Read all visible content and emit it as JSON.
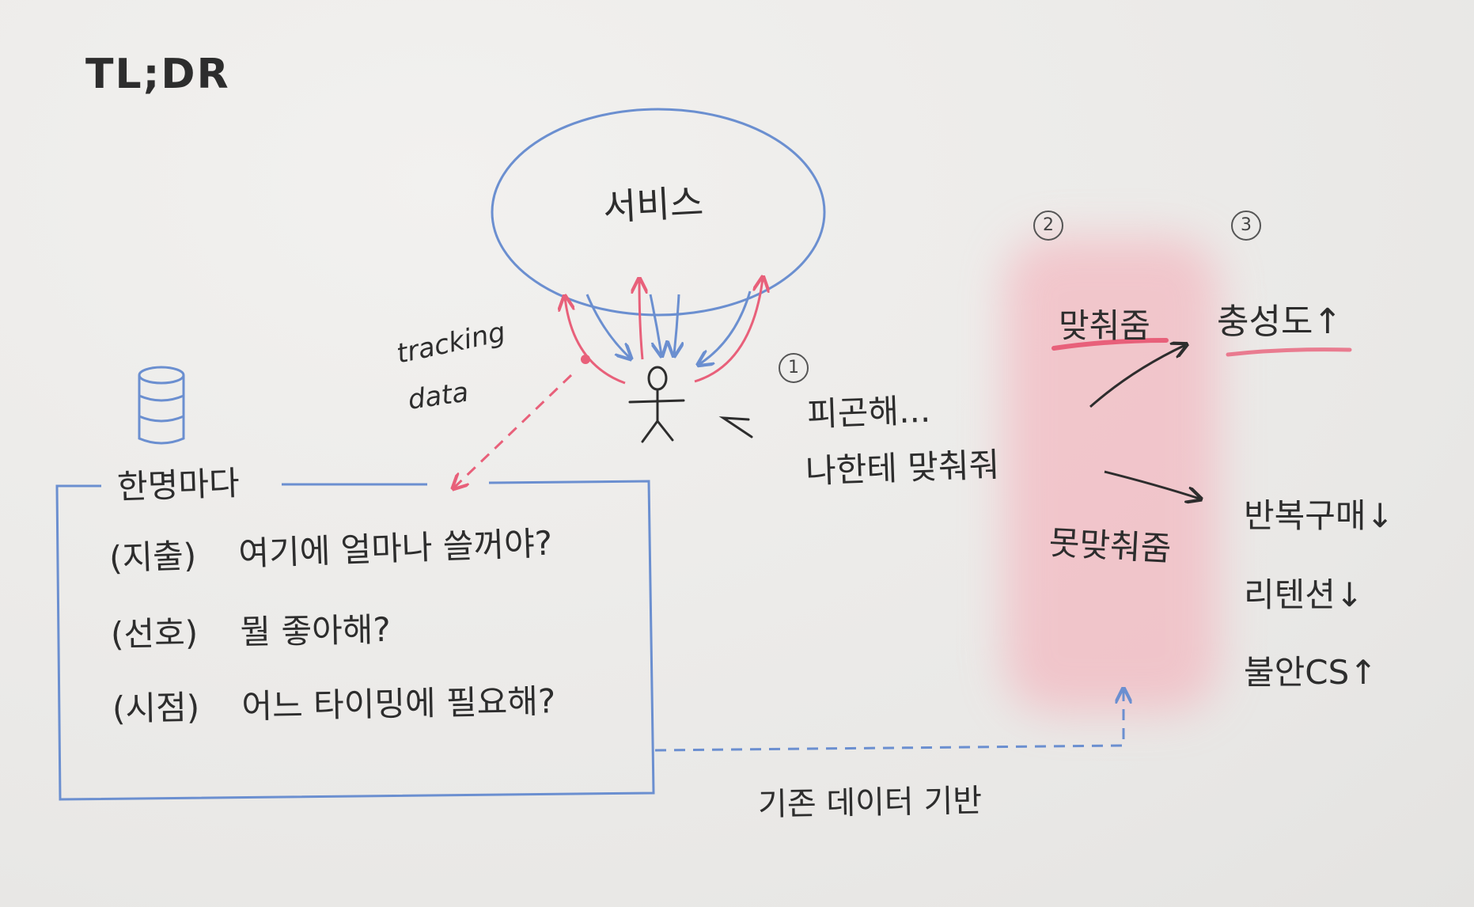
{
  "title": "TL;DR",
  "service_label": "서비스",
  "tracking_label": "tracking",
  "tracking_label2": "data",
  "db_caption": "한명마다",
  "questions": [
    {
      "tag": "(지출)",
      "text": "여기에 얼마나 쓸꺼야?"
    },
    {
      "tag": "(선호)",
      "text": "뭘 좋아해?"
    },
    {
      "tag": "(시점)",
      "text": "어느 타이밍에 필요해?"
    }
  ],
  "step_numbers": [
    "1",
    "2",
    "3"
  ],
  "user_speech": [
    "피곤해...",
    "나한테 맞춰줘"
  ],
  "fit_label": "맞춰줌",
  "unfit_label": "못맞춰줌",
  "loyalty_label": "충성도↑",
  "results": [
    "반복구매↓",
    "리텐션↓",
    "불안CS↑"
  ],
  "base_label": "기존 데이터 기반",
  "colors": {
    "blue": "#6b8fd0",
    "pink": "#e8607a",
    "pink_glow": "#f6a8b4",
    "ink": "#2d2d2d"
  },
  "icons": [
    "database-icon",
    "stick-figure-icon"
  ]
}
